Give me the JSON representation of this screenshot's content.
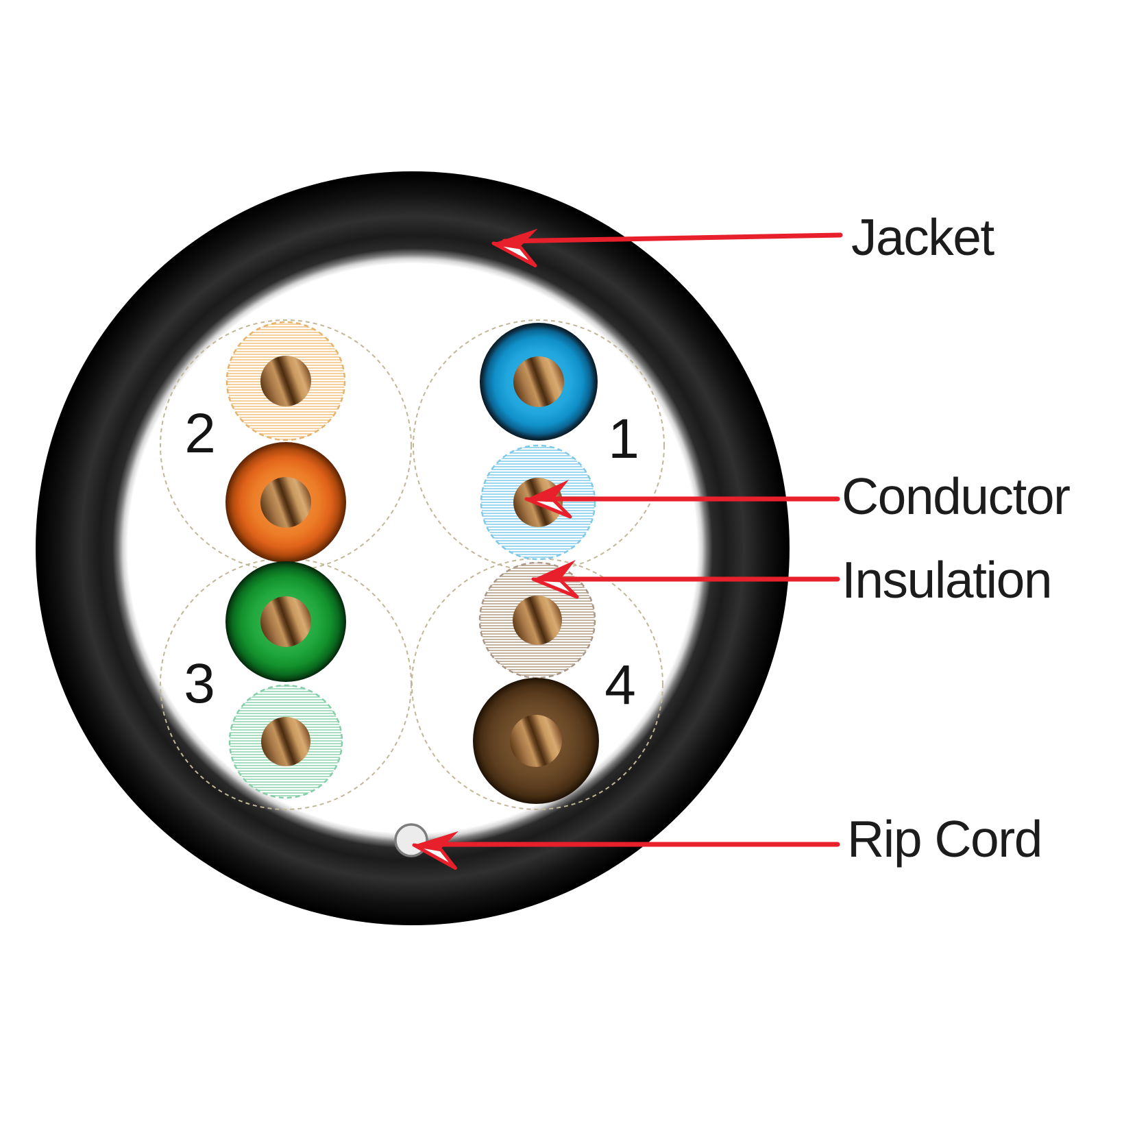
{
  "labels": {
    "jacket": "Jacket",
    "conductor": "Conductor",
    "insulation": "Insulation",
    "rip_cord": "Rip Cord"
  },
  "pairs": [
    {
      "number": "1",
      "top_wire": "blue (solid)",
      "bottom_wire": "blue/white (striped)"
    },
    {
      "number": "2",
      "top_wire": "orange/white (striped)",
      "bottom_wire": "orange (solid)"
    },
    {
      "number": "3",
      "top_wire": "green (solid)",
      "bottom_wire": "green/white (striped)"
    },
    {
      "number": "4",
      "top_wire": "brown/white (striped)",
      "bottom_wire": "brown (solid)"
    }
  ],
  "colors": {
    "jacket_black": "#0a0a0a",
    "leader_red": "#e8202b",
    "copper": "#a9784a",
    "solid_blue": "#18a2dc",
    "solid_orange": "#e8731f",
    "solid_green": "#1ba138",
    "solid_brown": "#6b4a28",
    "stripe_blue": "#9ed8f0",
    "stripe_orange": "#f3cf9b",
    "stripe_green": "#a6dec0",
    "stripe_brown": "#c3b2a0",
    "label_text": "#1c1c1c"
  }
}
